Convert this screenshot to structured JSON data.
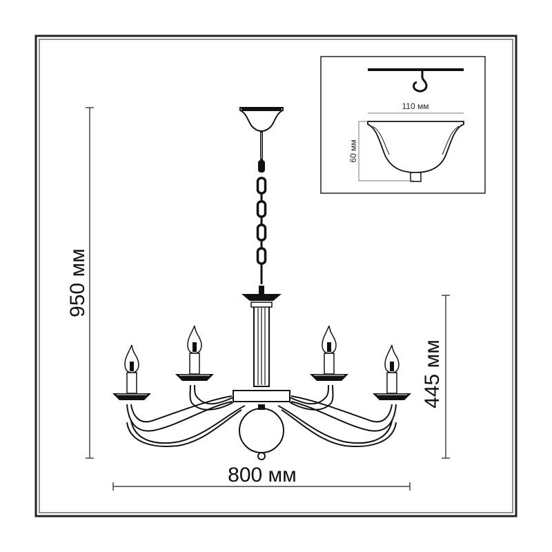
{
  "dimensions": {
    "height": "950 мм",
    "arm_height": "445 мм",
    "width": "800 мм"
  },
  "canopy_detail": {
    "width": "110 мм",
    "height": "60 мм"
  },
  "colors": {
    "line": "#111111",
    "dim_line": "#444444",
    "frame": "#222222"
  }
}
